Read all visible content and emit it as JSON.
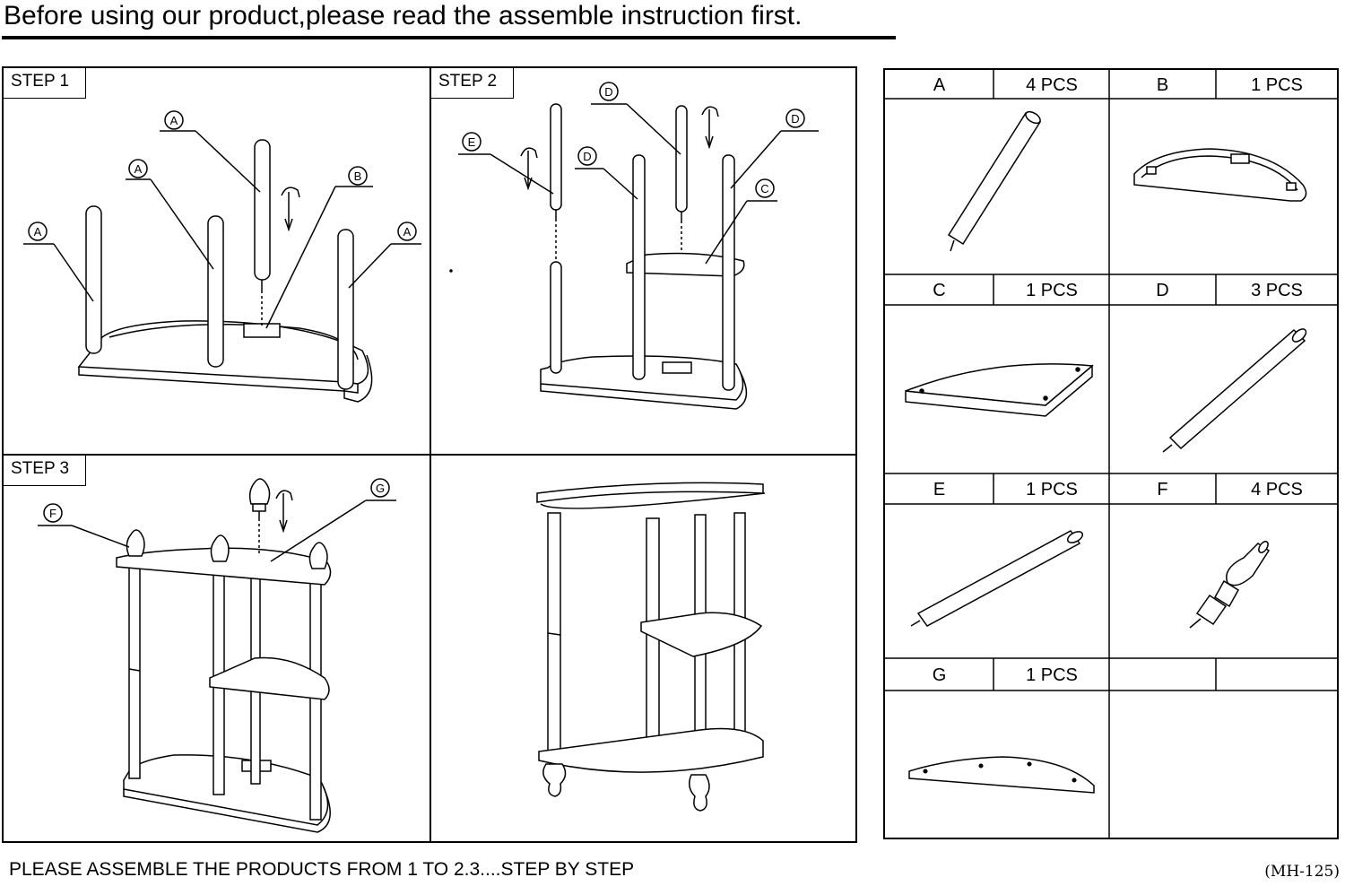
{
  "header": {
    "title": "Before using our product,please read the assemble instruction first."
  },
  "steps": [
    {
      "label": "STEP 1",
      "callouts": [
        "A",
        "A",
        "A",
        "B",
        "A"
      ]
    },
    {
      "label": "STEP 2",
      "callouts": [
        "E",
        "D",
        "D",
        "D",
        "C"
      ]
    },
    {
      "label": "STEP 3",
      "callouts": [
        "F",
        "G"
      ]
    }
  ],
  "parts": [
    {
      "letter": "A",
      "qty": "4 PCS"
    },
    {
      "letter": "B",
      "qty": "1 PCS"
    },
    {
      "letter": "C",
      "qty": "1 PCS"
    },
    {
      "letter": "D",
      "qty": "3 PCS"
    },
    {
      "letter": "E",
      "qty": "1 PCS"
    },
    {
      "letter": "F",
      "qty": "4 PCS"
    },
    {
      "letter": "G",
      "qty": "1 PCS"
    }
  ],
  "footer": {
    "instruction": "PLEASE ASSEMBLE THE PRODUCTS FROM 1 TO 2.3....STEP BY STEP",
    "model_code": "(MH-125)"
  }
}
